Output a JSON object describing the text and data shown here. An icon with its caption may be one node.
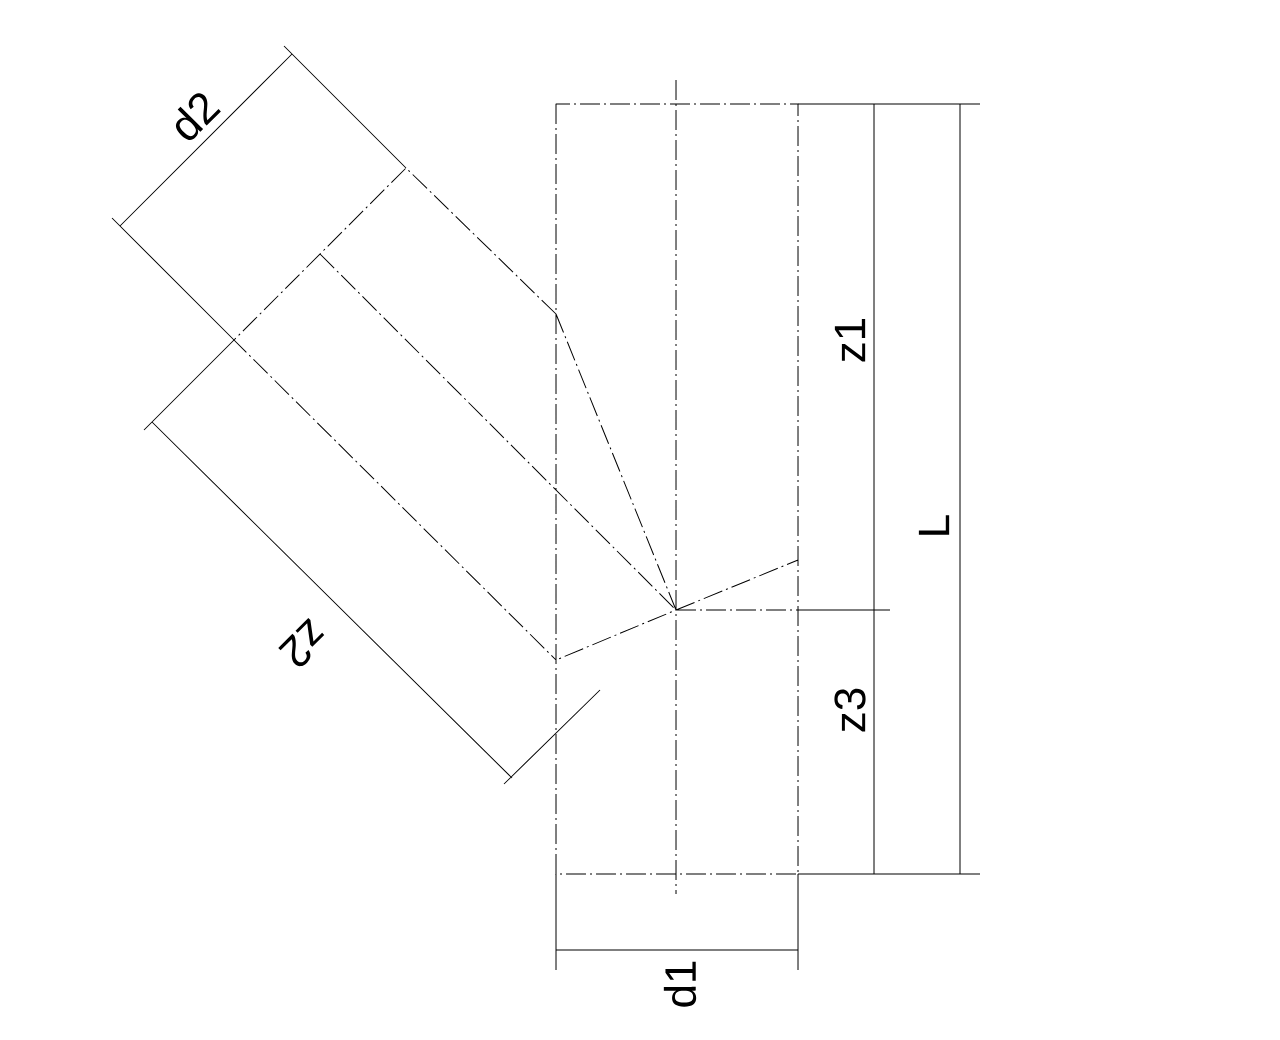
{
  "diagram": {
    "labels": [
      "d2",
      "z1",
      "L",
      "z2",
      "z3",
      "d1"
    ]
  }
}
